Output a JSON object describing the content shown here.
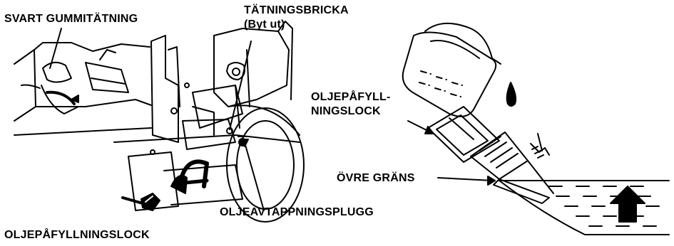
{
  "labels": {
    "black_rubber_seal": "SVART GUMMITÄTNING",
    "sealing_washer_line1": "TÄTNINGSBRICKA",
    "sealing_washer_line2": "(Byt ut)",
    "oil_filler_cap_right_line1": "OLJEPÅFYLL-",
    "oil_filler_cap_right_line2": "NINGSLOCK",
    "upper_limit": "ÖVRE GRÄNS",
    "oil_drain_plug": "OLJEAVTAPPNINGSPLUGG",
    "oil_filler_cap_left": "OLJEPÅFYLLNINGSLOCK"
  },
  "colors": {
    "ink": "#000000",
    "paper": "#ffffff"
  }
}
